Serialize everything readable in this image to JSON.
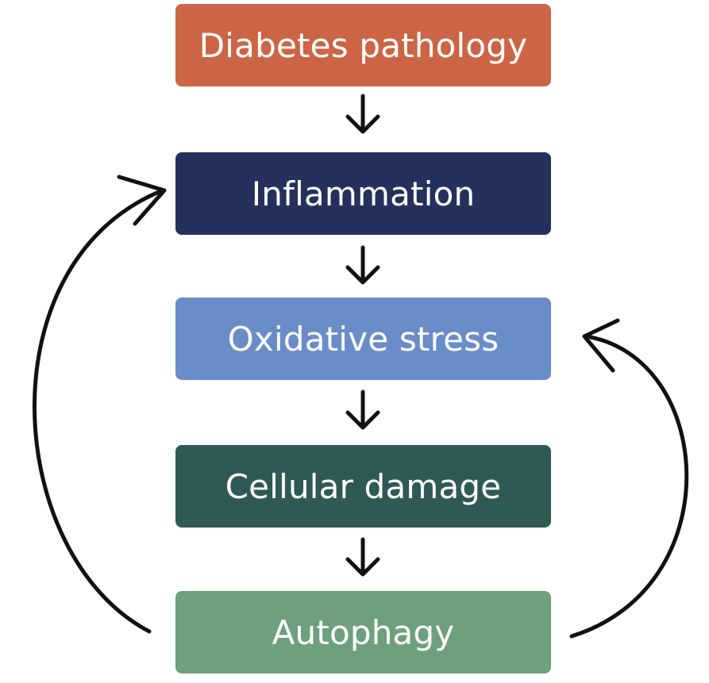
{
  "diagram": {
    "nodes": [
      {
        "label": "Diabetes pathology",
        "color": "#cc6545"
      },
      {
        "label": "Inflammation",
        "color": "#25315c"
      },
      {
        "label": "Oxidative stress",
        "color": "#6a8cc8"
      },
      {
        "label": "Cellular damage",
        "color": "#2f5955"
      },
      {
        "label": "Autophagy",
        "color": "#6ea07e"
      }
    ],
    "edges": [
      {
        "from": "Diabetes pathology",
        "to": "Inflammation"
      },
      {
        "from": "Inflammation",
        "to": "Oxidative stress"
      },
      {
        "from": "Oxidative stress",
        "to": "Cellular damage"
      },
      {
        "from": "Cellular damage",
        "to": "Autophagy"
      },
      {
        "from": "Autophagy",
        "to": "Inflammation",
        "style": "curved-left"
      },
      {
        "from": "Autophagy",
        "to": "Oxidative stress",
        "style": "curved-right"
      }
    ],
    "arrow_color": "#111111"
  }
}
